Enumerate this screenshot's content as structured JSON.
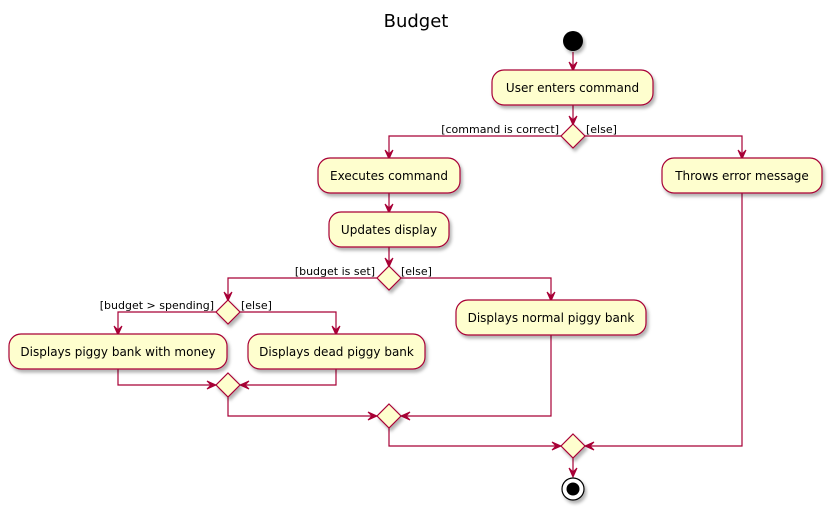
{
  "diagram": {
    "title": "Budget",
    "colors": {
      "node_fill": "#FEFECE",
      "node_stroke": "#A80036",
      "edge": "#A80036",
      "start_end": "#000000",
      "background": "#FFFFFF"
    },
    "actions": {
      "user_enters_command": "User enters command",
      "executes_command": "Executes command",
      "updates_display": "Updates display",
      "throws_error_message": "Throws error message",
      "displays_normal_piggy_bank": "Displays normal piggy bank",
      "displays_piggy_bank_with_money": "Displays piggy bank with money",
      "displays_dead_piggy_bank": "Displays dead piggy bank"
    },
    "guards": {
      "command_is_correct": "[command is correct]",
      "command_else": "[else]",
      "budget_is_set": "[budget is set]",
      "budget_else": "[else]",
      "budget_gt_spending": "[budget > spending]",
      "spending_else": "[else]"
    }
  }
}
